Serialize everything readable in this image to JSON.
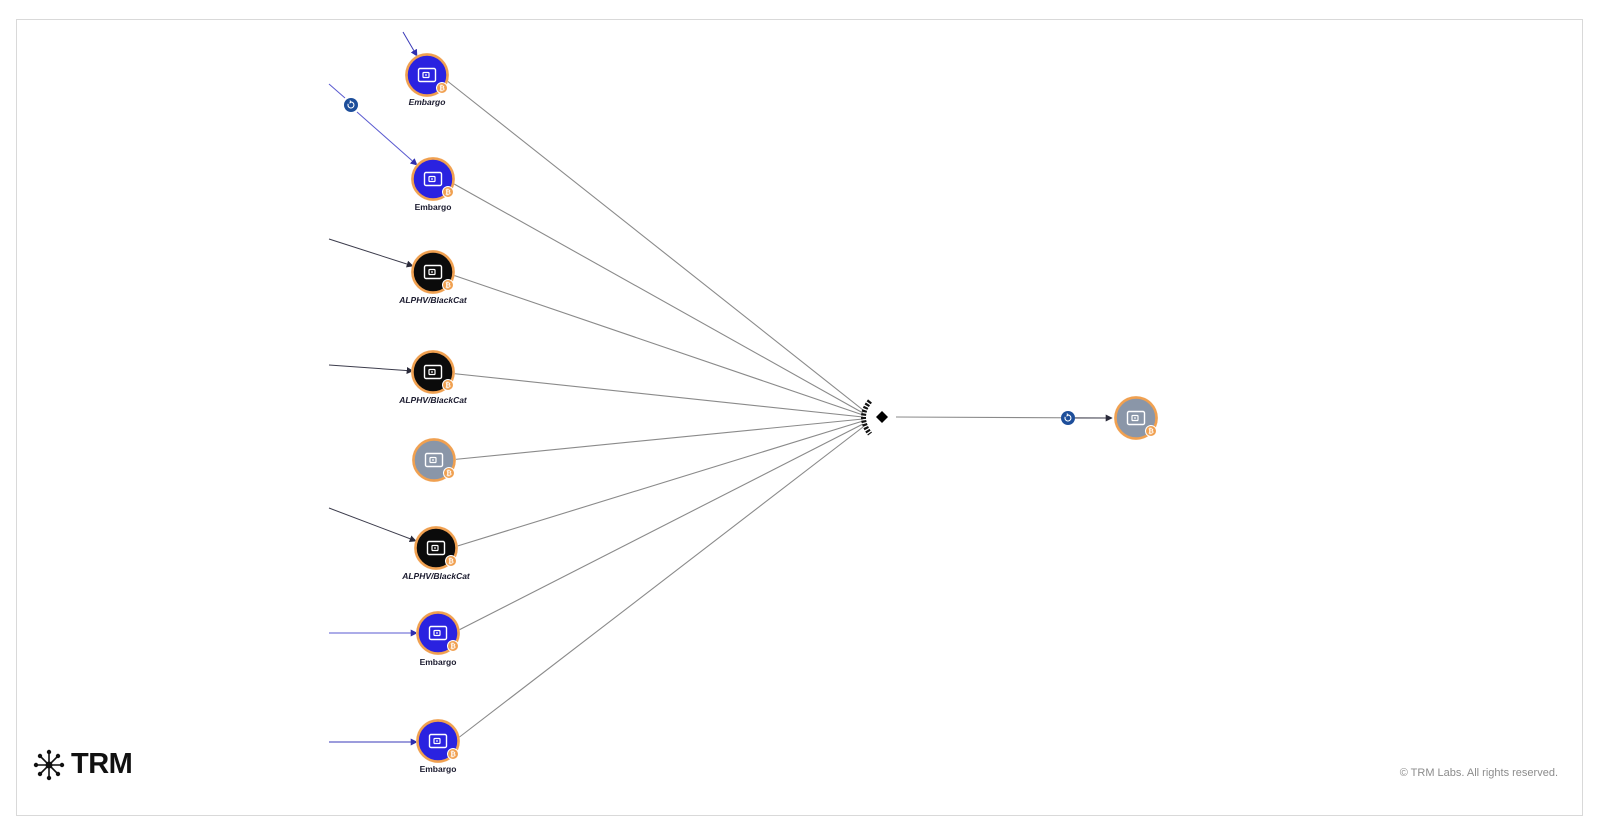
{
  "branding": {
    "logo_text": "TRM",
    "copyright": "© TRM Labs. All rights reserved."
  },
  "colors": {
    "embargo": "#2a22e0",
    "alphv": "#0b0b0b",
    "unattributed": "#8a96a8",
    "ring": "#f0a050",
    "badge": "#f0a050",
    "edge": "#8a8a8a",
    "incoming_edge_blue": "#3a3ab8",
    "incoming_edge_dark": "#3c3c4c",
    "swap_marker": "#1d4e9a"
  },
  "nodes": [
    {
      "id": "n1",
      "label": "Embargo",
      "entity": "embargo",
      "icon": "wallet-icon",
      "badge": "bitcoin-icon"
    },
    {
      "id": "n2",
      "label": "Embargo",
      "entity": "embargo",
      "icon": "wallet-icon",
      "badge": "bitcoin-icon"
    },
    {
      "id": "n3",
      "label": "ALPHV/BlackCat",
      "entity": "alphv",
      "icon": "wallet-icon",
      "badge": "bitcoin-icon"
    },
    {
      "id": "n4",
      "label": "ALPHV/BlackCat",
      "entity": "alphv",
      "icon": "wallet-icon",
      "badge": "bitcoin-icon"
    },
    {
      "id": "n5",
      "label": "",
      "entity": "unattributed",
      "icon": "wallet-icon",
      "badge": "bitcoin-icon"
    },
    {
      "id": "n6",
      "label": "ALPHV/BlackCat",
      "entity": "alphv",
      "icon": "wallet-icon",
      "badge": "bitcoin-icon"
    },
    {
      "id": "n7",
      "label": "Embargo",
      "entity": "embargo",
      "icon": "wallet-icon",
      "badge": "bitcoin-icon"
    },
    {
      "id": "n8",
      "label": "Embargo",
      "entity": "embargo",
      "icon": "wallet-icon",
      "badge": "bitcoin-icon"
    },
    {
      "id": "dest",
      "label": "",
      "entity": "unattributed",
      "icon": "wallet-icon",
      "badge": "bitcoin-icon"
    }
  ],
  "hub": {
    "icon": "diamond-icon"
  },
  "swap_markers": [
    {
      "id": "swap-1",
      "icon": "swap-icon"
    },
    {
      "id": "swap-2",
      "icon": "swap-icon"
    }
  ],
  "edges": [
    {
      "from": "n1",
      "to": "hub"
    },
    {
      "from": "n2",
      "to": "hub"
    },
    {
      "from": "n3",
      "to": "hub"
    },
    {
      "from": "n4",
      "to": "hub"
    },
    {
      "from": "n5",
      "to": "hub"
    },
    {
      "from": "n6",
      "to": "hub"
    },
    {
      "from": "n7",
      "to": "hub"
    },
    {
      "from": "n8",
      "to": "hub"
    },
    {
      "from": "hub",
      "to": "dest"
    }
  ]
}
